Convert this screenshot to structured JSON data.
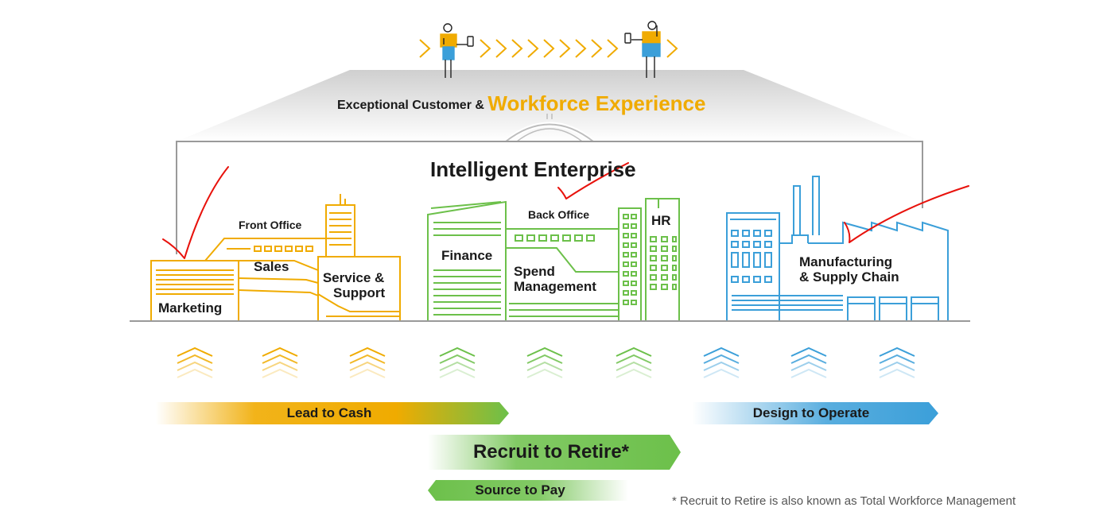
{
  "experience": {
    "prefix": "Exceptional Customer &",
    "highlight": "Workforce Experience"
  },
  "enterprise_title": "Intelligent Enterprise",
  "front_office": {
    "title": "Front Office",
    "sales": "Sales",
    "service_line1": "Service &",
    "service_line2": "Support",
    "marketing": "Marketing"
  },
  "back_office": {
    "title": "Back Office",
    "finance": "Finance",
    "spend_line1": "Spend",
    "spend_line2": "Management",
    "hr": "HR"
  },
  "manufacturing": {
    "line1": "Manufacturing",
    "line2": "& Supply Chain"
  },
  "processes": {
    "lead_to_cash": "Lead to Cash",
    "design_to_operate": "Design to Operate",
    "recruit_to_retire": "Recruit to Retire*",
    "source_to_pay": "Source to Pay"
  },
  "footnote": "* Recruit to Retire is also known as Total Workforce Management",
  "colors": {
    "yellow": "#F0AB00",
    "green": "#6CC04A",
    "blue": "#3B9FD9",
    "gray": "#999999",
    "annotation": "#E8120C"
  }
}
